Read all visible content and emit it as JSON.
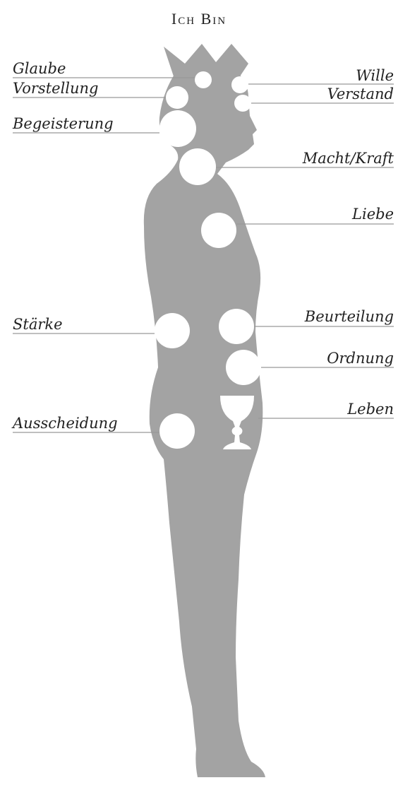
{
  "title": "Ich Bin",
  "labels": {
    "glaube": "Glaube",
    "vorstellung": "Vorstellung",
    "begeisterung": "Begeisterung",
    "staerke": "Stärke",
    "ausscheidung": "Ausscheidung",
    "wille": "Wille",
    "verstand": "Verstand",
    "macht_kraft": "Macht/Kraft",
    "liebe": "Liebe",
    "beurteilung": "Beurteilung",
    "ordnung": "Ordnung",
    "leben": "Leben"
  },
  "colors": {
    "silhouette": "#a3a3a3",
    "center": "#ffffff",
    "leader": "#999999",
    "text": "#222222"
  }
}
